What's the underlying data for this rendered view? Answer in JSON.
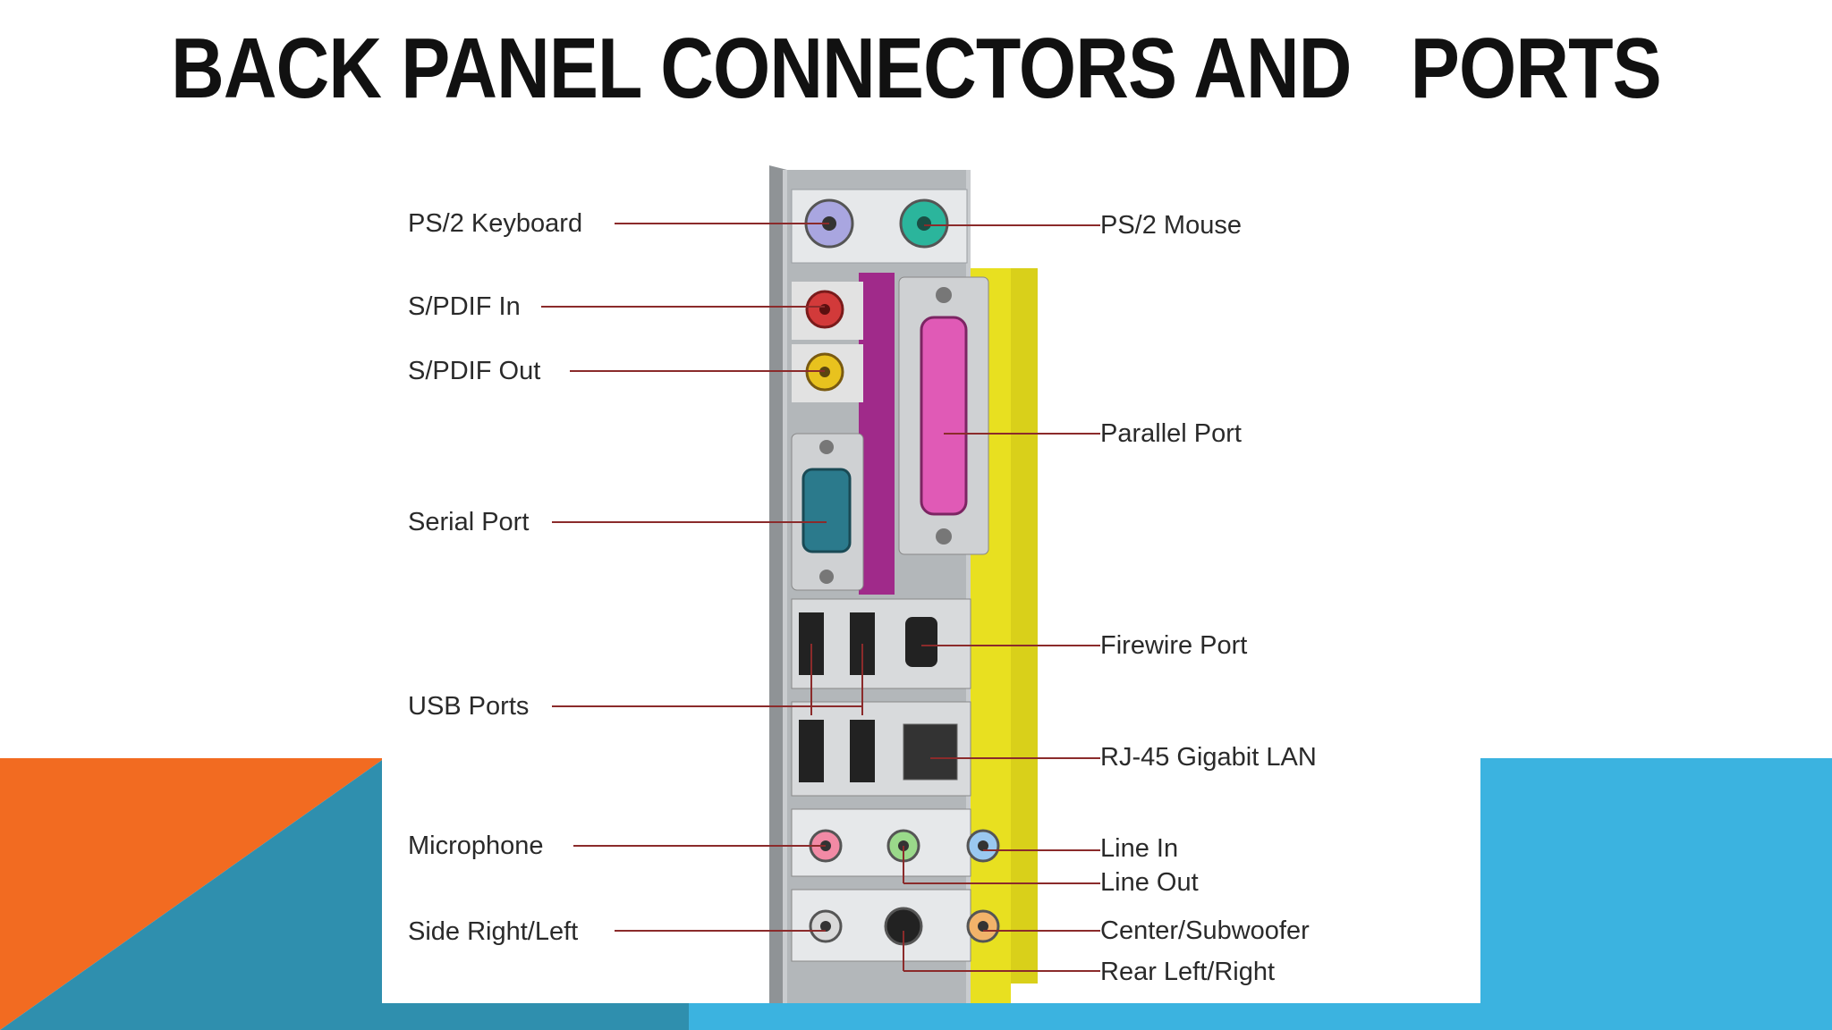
{
  "slide": {
    "title": "BACK PANEL CONNECTORS AND   PORTS",
    "accent_colors": {
      "orange": "#F26B21",
      "teal": "#2F8FAE",
      "sky": "#3BB3E0"
    }
  },
  "diagram": {
    "left_labels": [
      "PS/2 Keyboard",
      "S/PDIF In",
      "S/PDIF Out",
      "Serial Port",
      "USB Ports",
      "Microphone",
      "Side Right/Left"
    ],
    "right_labels": [
      "PS/2 Mouse",
      "Parallel Port",
      "Firewire Port",
      "RJ-45 Gigabit LAN",
      "Line In",
      "Line Out",
      "Center/Subwoofer",
      "Rear Left/Right"
    ]
  }
}
